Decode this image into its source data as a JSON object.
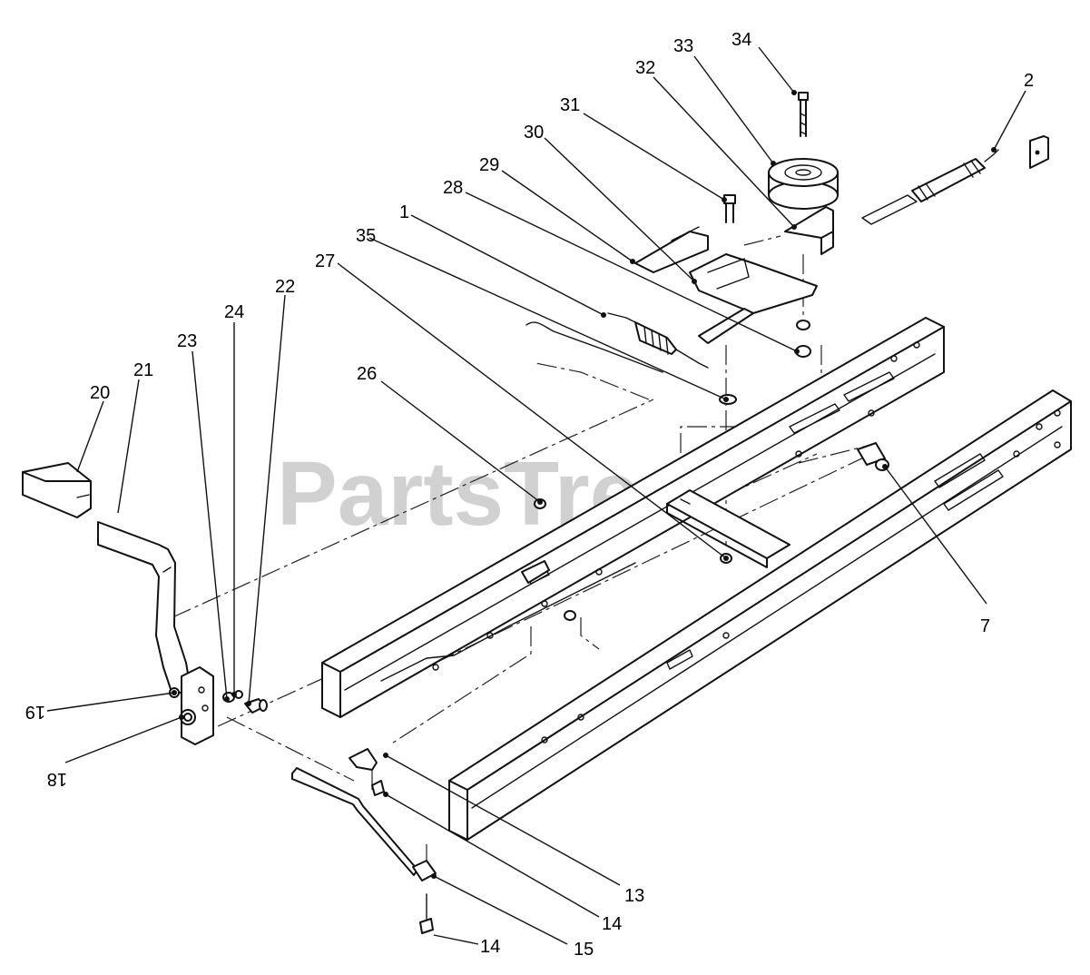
{
  "diagram": {
    "watermark": "PartsTree",
    "callouts": [
      {
        "id": "c34",
        "label": "34"
      },
      {
        "id": "c33",
        "label": "33"
      },
      {
        "id": "c32",
        "label": "32"
      },
      {
        "id": "c2",
        "label": "2"
      },
      {
        "id": "c31",
        "label": "31"
      },
      {
        "id": "c30",
        "label": "30"
      },
      {
        "id": "c29",
        "label": "29"
      },
      {
        "id": "c28",
        "label": "28"
      },
      {
        "id": "c1",
        "label": "1"
      },
      {
        "id": "c35",
        "label": "35"
      },
      {
        "id": "c27",
        "label": "27"
      },
      {
        "id": "c22",
        "label": "22"
      },
      {
        "id": "c24",
        "label": "24"
      },
      {
        "id": "c23",
        "label": "23"
      },
      {
        "id": "c21",
        "label": "21"
      },
      {
        "id": "c20",
        "label": "20"
      },
      {
        "id": "c26",
        "label": "26"
      },
      {
        "id": "c7",
        "label": "7"
      },
      {
        "id": "c19",
        "label": "19"
      },
      {
        "id": "c18",
        "label": "18"
      },
      {
        "id": "c13",
        "label": "13"
      },
      {
        "id": "c14a",
        "label": "14"
      },
      {
        "id": "c15",
        "label": "15"
      },
      {
        "id": "c14b",
        "label": "14"
      }
    ]
  }
}
